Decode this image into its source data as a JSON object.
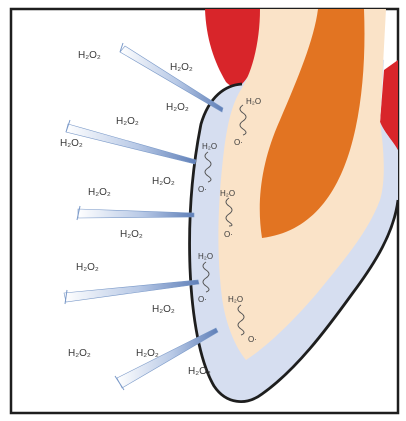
{
  "labels": {
    "h2o2": "H₂O₂",
    "h2o": "H₂O",
    "o_radical": "O·"
  },
  "colors": {
    "frame": "#1e1e1e",
    "gum": "#d8252a",
    "dentin": "#fae3c8",
    "pulp": "#e27422",
    "enamel": "#d6def0",
    "wave_line": "#555555",
    "needle": "#7a99c8",
    "text": "#3a3a3a"
  }
}
